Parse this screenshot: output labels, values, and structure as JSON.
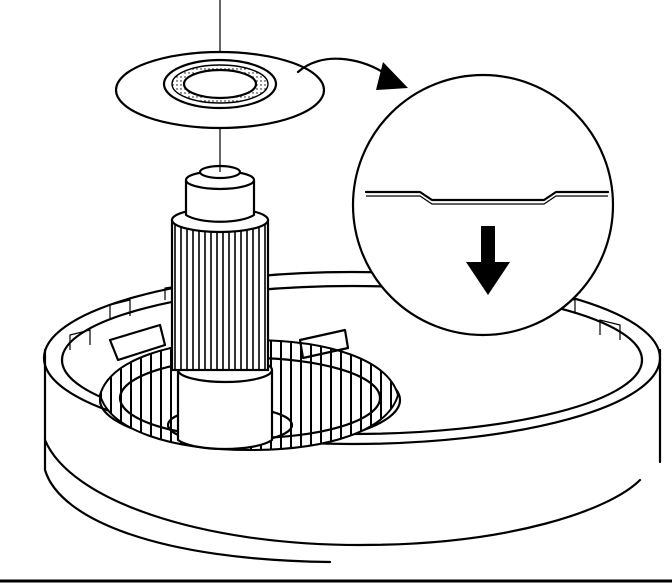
{
  "diagram": {
    "colors": {
      "ink": "#000000",
      "paper": "#ffffff",
      "shade": "#9a9a9a"
    },
    "parts": [
      {
        "name": "washer",
        "description": ""
      },
      {
        "name": "shaft",
        "description": ""
      },
      {
        "name": "housing",
        "description": ""
      },
      {
        "name": "detail-callout",
        "description": ""
      }
    ],
    "icons": {
      "arrow": "curved-arrow-icon",
      "direction": "down-arrow-icon"
    }
  }
}
